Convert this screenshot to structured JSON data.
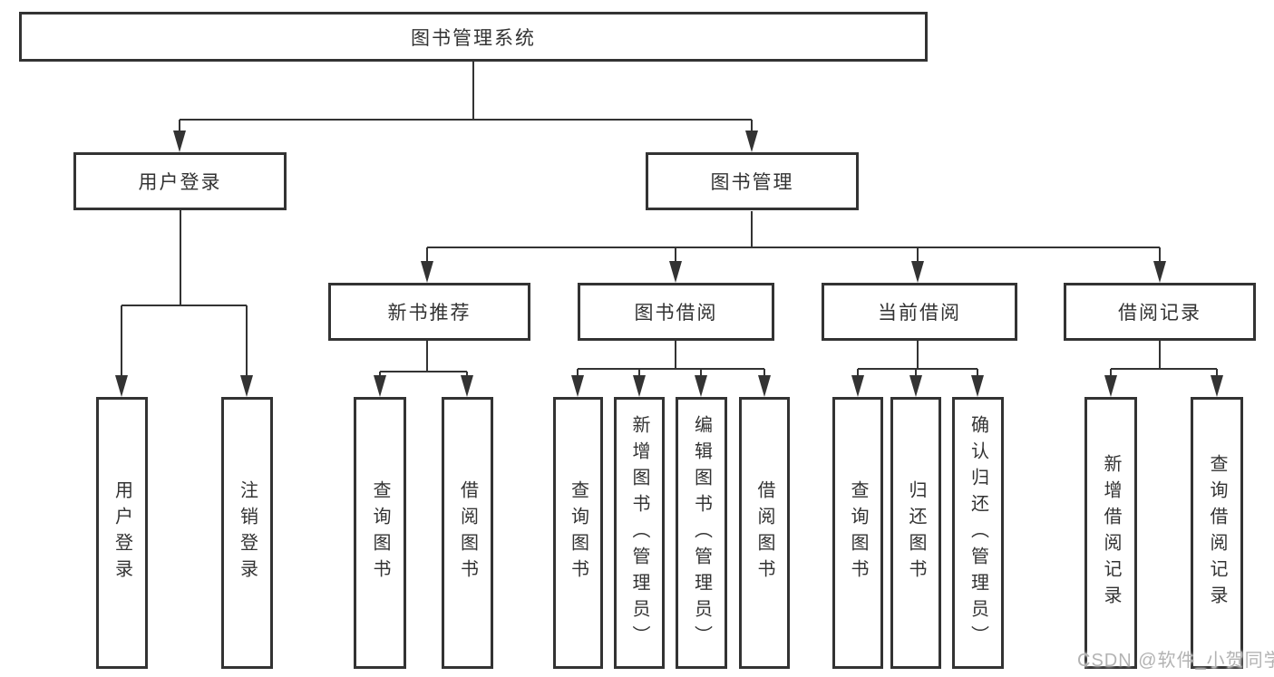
{
  "tree": {
    "label": "图书管理系统",
    "children": [
      {
        "label": "用户登录",
        "children": [
          {
            "label": "用户登录"
          },
          {
            "label": "注销登录"
          }
        ]
      },
      {
        "label": "图书管理",
        "children": [
          {
            "label": "新书推荐",
            "children": [
              {
                "label": "查询图书"
              },
              {
                "label": "借阅图书"
              }
            ]
          },
          {
            "label": "图书借阅",
            "children": [
              {
                "label": "查询图书"
              },
              {
                "label": "新增图书（管理员）"
              },
              {
                "label": "编辑图书（管理员）"
              },
              {
                "label": "借阅图书"
              }
            ]
          },
          {
            "label": "当前借阅",
            "children": [
              {
                "label": "查询图书"
              },
              {
                "label": "归还图书"
              },
              {
                "label": "确认归还（管理员）"
              }
            ]
          },
          {
            "label": "借阅记录",
            "children": [
              {
                "label": "新增借阅记录"
              },
              {
                "label": "查询借阅记录"
              }
            ]
          }
        ]
      }
    ]
  },
  "watermark": {
    "text": "CSDN @软件_小贺同学"
  },
  "colors": {
    "line": "#333333",
    "text": "#333333",
    "box_fill": "#ffffff",
    "background": "#ffffff",
    "watermark": "#b3b3b3"
  }
}
